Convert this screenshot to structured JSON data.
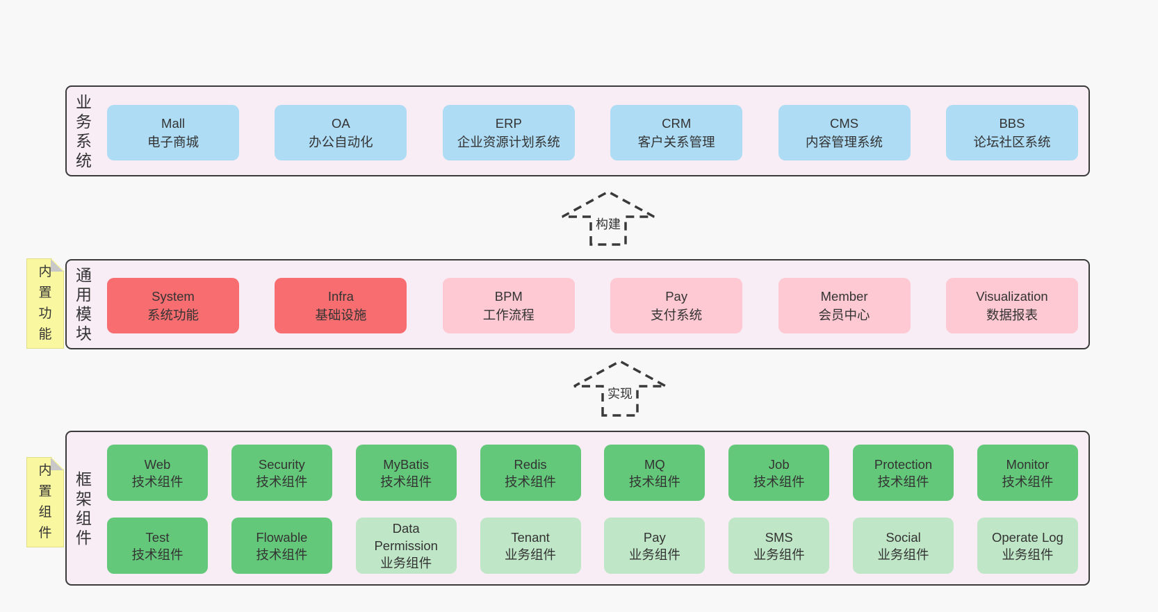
{
  "colors": {
    "page_bg": "#f8f8f8",
    "layer_bg": "#f8ecf5",
    "layer_border": "#3a3a3a",
    "blue": "#aedcf4",
    "red": "#f76d70",
    "pink": "#fec9d3",
    "green": "#64c87a",
    "green_light": "#bfe6c6",
    "tag_yellow": "#faf7a1",
    "tag_fold_gray": "#c8c8c8",
    "text": "#333333"
  },
  "arrows": [
    {
      "label": "构建"
    },
    {
      "label": "实现"
    }
  ],
  "layers": [
    {
      "label": "业务系统",
      "boxes": [
        {
          "name": "Mall",
          "desc": "电子商城"
        },
        {
          "name": "OA",
          "desc": "办公自动化"
        },
        {
          "name": "ERP",
          "desc": "企业资源计划系统"
        },
        {
          "name": "CRM",
          "desc": "客户关系管理"
        },
        {
          "name": "CMS",
          "desc": "内容管理系统"
        },
        {
          "name": "BBS",
          "desc": "论坛社区系统"
        }
      ]
    },
    {
      "label": "通用模块",
      "tag": "内置功能",
      "boxes": [
        {
          "name": "System",
          "desc": "系统功能"
        },
        {
          "name": "Infra",
          "desc": "基础设施"
        },
        {
          "name": "BPM",
          "desc": "工作流程"
        },
        {
          "name": "Pay",
          "desc": "支付系统"
        },
        {
          "name": "Member",
          "desc": "会员中心"
        },
        {
          "name": "Visualization",
          "desc": "数据报表"
        }
      ]
    },
    {
      "label": "框架组件",
      "tag": "内置组件",
      "rows": [
        [
          {
            "name": "Web",
            "desc": "技术组件"
          },
          {
            "name": "Security",
            "desc": "技术组件"
          },
          {
            "name": "MyBatis",
            "desc": "技术组件"
          },
          {
            "name": "Redis",
            "desc": "技术组件"
          },
          {
            "name": "MQ",
            "desc": "技术组件"
          },
          {
            "name": "Job",
            "desc": "技术组件"
          },
          {
            "name": "Protection",
            "desc": "技术组件"
          },
          {
            "name": "Monitor",
            "desc": "技术组件"
          }
        ],
        [
          {
            "name": "Test",
            "desc": "技术组件"
          },
          {
            "name": "Flowable",
            "desc": "技术组件"
          },
          {
            "name": "Data Permission",
            "desc": "业务组件"
          },
          {
            "name": "Tenant",
            "desc": "业务组件"
          },
          {
            "name": "Pay",
            "desc": "业务组件"
          },
          {
            "name": "SMS",
            "desc": "业务组件"
          },
          {
            "name": "Social",
            "desc": "业务组件"
          },
          {
            "name": "Operate Log",
            "desc": "业务组件"
          }
        ]
      ]
    }
  ]
}
